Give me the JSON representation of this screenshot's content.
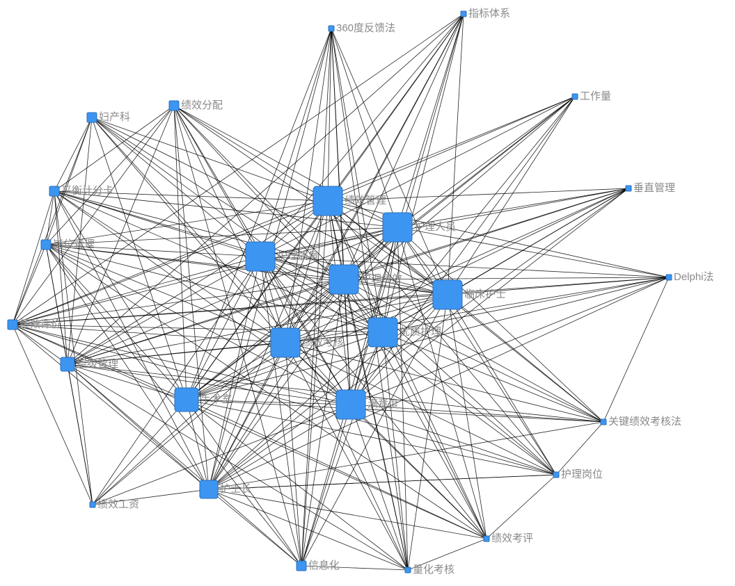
{
  "colors": {
    "node": "#3d95f2",
    "edge": "#000000",
    "label": "#8a8a8a"
  },
  "nodes": [
    {
      "id": "zhibiao",
      "label": "指标体系",
      "weight": 1
    },
    {
      "id": "d360",
      "label": "360度反馈法",
      "weight": 1
    },
    {
      "id": "gongzuo",
      "label": "工作量",
      "weight": 1
    },
    {
      "id": "fuchan",
      "label": "妇产科",
      "weight": 2
    },
    {
      "id": "fenpei",
      "label": "绩效分配",
      "weight": 2
    },
    {
      "id": "chuizhi",
      "label": "垂直管理",
      "weight": 1
    },
    {
      "id": "pingheng",
      "label": "平衡计分卡",
      "weight": 2
    },
    {
      "id": "gangwei",
      "label": "岗位管理",
      "weight": 2
    },
    {
      "id": "jxguanli",
      "label": "绩效管理",
      "weight": 6
    },
    {
      "id": "hlry",
      "label": "护理人员",
      "weight": 6
    },
    {
      "id": "hlzl",
      "label": "护理质量",
      "weight": 6
    },
    {
      "id": "hljx",
      "label": "护理绩效",
      "weight": 6
    },
    {
      "id": "lchs",
      "label": "临床护士",
      "weight": 6
    },
    {
      "id": "delphi",
      "label": "Delphi法",
      "weight": 1
    },
    {
      "id": "jxpj",
      "label": "绩效评价",
      "weight": 2
    },
    {
      "id": "jxkh",
      "label": "绩效考核",
      "weight": 6
    },
    {
      "id": "yzhl",
      "label": "优质护理",
      "weight": 6
    },
    {
      "id": "cengji",
      "label": "层级管理",
      "weight": 3
    },
    {
      "id": "shoushu",
      "label": "手术室",
      "weight": 5
    },
    {
      "id": "myd",
      "label": "满意度",
      "weight": 6
    },
    {
      "id": "gjjx",
      "label": "关键绩效考核法",
      "weight": 1
    },
    {
      "id": "hlgw",
      "label": "护理岗位",
      "weight": 1
    },
    {
      "id": "hsz",
      "label": "护士长",
      "weight": 4
    },
    {
      "id": "jxgz",
      "label": "绩效工资",
      "weight": 1
    },
    {
      "id": "jxkp",
      "label": "绩效考评",
      "weight": 1
    },
    {
      "id": "xxh",
      "label": "信息化",
      "weight": 2
    },
    {
      "id": "lhkh",
      "label": "量化考核",
      "weight": 1
    }
  ],
  "edges": [
    [
      "zhibiao",
      "jxguanli"
    ],
    [
      "zhibiao",
      "hlry"
    ],
    [
      "zhibiao",
      "hlzl"
    ],
    [
      "zhibiao",
      "hljx"
    ],
    [
      "zhibiao",
      "lchs"
    ],
    [
      "zhibiao",
      "jxkh"
    ],
    [
      "zhibiao",
      "yzhl"
    ],
    [
      "zhibiao",
      "myd"
    ],
    [
      "zhibiao",
      "shoushu"
    ],
    [
      "zhibiao",
      "hsz"
    ],
    [
      "zhibiao",
      "cengji"
    ],
    [
      "zhibiao",
      "jxpj"
    ],
    [
      "d360",
      "jxguanli"
    ],
    [
      "d360",
      "hlry"
    ],
    [
      "d360",
      "hlzl"
    ],
    [
      "d360",
      "hljx"
    ],
    [
      "d360",
      "lchs"
    ],
    [
      "d360",
      "jxkh"
    ],
    [
      "d360",
      "yzhl"
    ],
    [
      "d360",
      "myd"
    ],
    [
      "d360",
      "shoushu"
    ],
    [
      "d360",
      "hsz"
    ],
    [
      "d360",
      "xxh"
    ],
    [
      "d360",
      "lhkh"
    ],
    [
      "gongzuo",
      "jxguanli"
    ],
    [
      "gongzuo",
      "hlry"
    ],
    [
      "gongzuo",
      "hljx"
    ],
    [
      "gongzuo",
      "lchs"
    ],
    [
      "gongzuo",
      "jxkh"
    ],
    [
      "gongzuo",
      "yzhl"
    ],
    [
      "gongzuo",
      "myd"
    ],
    [
      "gongzuo",
      "hlzl"
    ],
    [
      "gongzuo",
      "shoushu"
    ],
    [
      "gongzuo",
      "jxpj"
    ],
    [
      "fuchan",
      "jxguanli"
    ],
    [
      "fuchan",
      "hlzl"
    ],
    [
      "fuchan",
      "hljx"
    ],
    [
      "fuchan",
      "jxkh"
    ],
    [
      "fuchan",
      "pingheng"
    ],
    [
      "fuchan",
      "gangwei"
    ],
    [
      "fuchan",
      "jxpj"
    ],
    [
      "fuchan",
      "cengji"
    ],
    [
      "fuchan",
      "myd"
    ],
    [
      "fuchan",
      "yzhl"
    ],
    [
      "fuchan",
      "lchs"
    ],
    [
      "fuchan",
      "shoushu"
    ],
    [
      "fenpei",
      "jxguanli"
    ],
    [
      "fenpei",
      "hlry"
    ],
    [
      "fenpei",
      "hlzl"
    ],
    [
      "fenpei",
      "hljx"
    ],
    [
      "fenpei",
      "lchs"
    ],
    [
      "fenpei",
      "jxkh"
    ],
    [
      "fenpei",
      "yzhl"
    ],
    [
      "fenpei",
      "myd"
    ],
    [
      "fenpei",
      "shoushu"
    ],
    [
      "fenpei",
      "hsz"
    ],
    [
      "fenpei",
      "pingheng"
    ],
    [
      "fenpei",
      "gangwei"
    ],
    [
      "fenpei",
      "jxpj"
    ],
    [
      "fenpei",
      "cengji"
    ],
    [
      "fenpei",
      "xxh"
    ],
    [
      "chuizhi",
      "jxguanli"
    ],
    [
      "chuizhi",
      "hlry"
    ],
    [
      "chuizhi",
      "hljx"
    ],
    [
      "chuizhi",
      "lchs"
    ],
    [
      "chuizhi",
      "jxkh"
    ],
    [
      "chuizhi",
      "yzhl"
    ],
    [
      "chuizhi",
      "hlzl"
    ],
    [
      "chuizhi",
      "myd"
    ],
    [
      "chuizhi",
      "cengji"
    ],
    [
      "chuizhi",
      "hsz"
    ],
    [
      "chuizhi",
      "shoushu"
    ],
    [
      "pingheng",
      "jxguanli"
    ],
    [
      "pingheng",
      "hlry"
    ],
    [
      "pingheng",
      "hlzl"
    ],
    [
      "pingheng",
      "hljx"
    ],
    [
      "pingheng",
      "lchs"
    ],
    [
      "pingheng",
      "jxkh"
    ],
    [
      "pingheng",
      "yzhl"
    ],
    [
      "pingheng",
      "myd"
    ],
    [
      "pingheng",
      "shoushu"
    ],
    [
      "pingheng",
      "cengji"
    ],
    [
      "pingheng",
      "jxpj"
    ],
    [
      "pingheng",
      "jxgz"
    ],
    [
      "pingheng",
      "gangwei"
    ],
    [
      "pingheng",
      "hsz"
    ],
    [
      "gangwei",
      "jxguanli"
    ],
    [
      "gangwei",
      "hlry"
    ],
    [
      "gangwei",
      "hlzl"
    ],
    [
      "gangwei",
      "hljx"
    ],
    [
      "gangwei",
      "lchs"
    ],
    [
      "gangwei",
      "jxkh"
    ],
    [
      "gangwei",
      "yzhl"
    ],
    [
      "gangwei",
      "myd"
    ],
    [
      "gangwei",
      "shoushu"
    ],
    [
      "gangwei",
      "cengji"
    ],
    [
      "gangwei",
      "jxpj"
    ],
    [
      "gangwei",
      "hsz"
    ],
    [
      "gangwei",
      "jxgz"
    ],
    [
      "gangwei",
      "xxh"
    ],
    [
      "gangwei",
      "jxkp"
    ],
    [
      "jxguanli",
      "hlry"
    ],
    [
      "jxguanli",
      "hlzl"
    ],
    [
      "jxguanli",
      "hljx"
    ],
    [
      "jxguanli",
      "lchs"
    ],
    [
      "jxguanli",
      "jxkh"
    ],
    [
      "jxguanli",
      "yzhl"
    ],
    [
      "jxguanli",
      "myd"
    ],
    [
      "jxguanli",
      "shoushu"
    ],
    [
      "jxguanli",
      "hsz"
    ],
    [
      "jxguanli",
      "cengji"
    ],
    [
      "jxguanli",
      "jxpj"
    ],
    [
      "jxguanli",
      "delphi"
    ],
    [
      "jxguanli",
      "gjjx"
    ],
    [
      "jxguanli",
      "hlgw"
    ],
    [
      "jxguanli",
      "xxh"
    ],
    [
      "jxguanli",
      "lhkh"
    ],
    [
      "jxguanli",
      "jxkp"
    ],
    [
      "hlry",
      "hlzl"
    ],
    [
      "hlry",
      "hljx"
    ],
    [
      "hlry",
      "lchs"
    ],
    [
      "hlry",
      "jxkh"
    ],
    [
      "hlry",
      "yzhl"
    ],
    [
      "hlry",
      "myd"
    ],
    [
      "hlry",
      "shoushu"
    ],
    [
      "hlry",
      "hsz"
    ],
    [
      "hlry",
      "cengji"
    ],
    [
      "hlry",
      "jxpj"
    ],
    [
      "hlry",
      "delphi"
    ],
    [
      "hlry",
      "gjjx"
    ],
    [
      "hlry",
      "hlgw"
    ],
    [
      "hlry",
      "jxkp"
    ],
    [
      "hlry",
      "xxh"
    ],
    [
      "hlry",
      "lhkh"
    ],
    [
      "hlzl",
      "hljx"
    ],
    [
      "hlzl",
      "lchs"
    ],
    [
      "hlzl",
      "jxkh"
    ],
    [
      "hlzl",
      "yzhl"
    ],
    [
      "hlzl",
      "myd"
    ],
    [
      "hlzl",
      "shoushu"
    ],
    [
      "hlzl",
      "hsz"
    ],
    [
      "hlzl",
      "cengji"
    ],
    [
      "hlzl",
      "jxpj"
    ],
    [
      "hlzl",
      "delphi"
    ],
    [
      "hlzl",
      "gjjx"
    ],
    [
      "hlzl",
      "hlgw"
    ],
    [
      "hlzl",
      "jxkp"
    ],
    [
      "hlzl",
      "xxh"
    ],
    [
      "hlzl",
      "lhkh"
    ],
    [
      "hlzl",
      "jxgz"
    ],
    [
      "hljx",
      "lchs"
    ],
    [
      "hljx",
      "jxkh"
    ],
    [
      "hljx",
      "yzhl"
    ],
    [
      "hljx",
      "myd"
    ],
    [
      "hljx",
      "shoushu"
    ],
    [
      "hljx",
      "hsz"
    ],
    [
      "hljx",
      "cengji"
    ],
    [
      "hljx",
      "jxpj"
    ],
    [
      "hljx",
      "delphi"
    ],
    [
      "hljx",
      "gjjx"
    ],
    [
      "hljx",
      "hlgw"
    ],
    [
      "hljx",
      "jxkp"
    ],
    [
      "hljx",
      "xxh"
    ],
    [
      "hljx",
      "lhkh"
    ],
    [
      "hljx",
      "jxgz"
    ],
    [
      "lchs",
      "jxkh"
    ],
    [
      "lchs",
      "yzhl"
    ],
    [
      "lchs",
      "myd"
    ],
    [
      "lchs",
      "shoushu"
    ],
    [
      "lchs",
      "hsz"
    ],
    [
      "lchs",
      "cengji"
    ],
    [
      "lchs",
      "jxpj"
    ],
    [
      "lchs",
      "delphi"
    ],
    [
      "lchs",
      "gjjx"
    ],
    [
      "lchs",
      "hlgw"
    ],
    [
      "lchs",
      "jxkp"
    ],
    [
      "lchs",
      "lhkh"
    ],
    [
      "lchs",
      "xxh"
    ],
    [
      "jxkh",
      "yzhl"
    ],
    [
      "jxkh",
      "myd"
    ],
    [
      "jxkh",
      "shoushu"
    ],
    [
      "jxkh",
      "hsz"
    ],
    [
      "jxkh",
      "cengji"
    ],
    [
      "jxkh",
      "jxpj"
    ],
    [
      "jxkh",
      "delphi"
    ],
    [
      "jxkh",
      "gjjx"
    ],
    [
      "jxkh",
      "hlgw"
    ],
    [
      "jxkh",
      "jxkp"
    ],
    [
      "jxkh",
      "xxh"
    ],
    [
      "jxkh",
      "lhkh"
    ],
    [
      "jxkh",
      "jxgz"
    ],
    [
      "yzhl",
      "myd"
    ],
    [
      "yzhl",
      "shoushu"
    ],
    [
      "yzhl",
      "hsz"
    ],
    [
      "yzhl",
      "cengji"
    ],
    [
      "yzhl",
      "jxpj"
    ],
    [
      "yzhl",
      "delphi"
    ],
    [
      "yzhl",
      "gjjx"
    ],
    [
      "yzhl",
      "hlgw"
    ],
    [
      "yzhl",
      "jxkp"
    ],
    [
      "yzhl",
      "xxh"
    ],
    [
      "yzhl",
      "lhkh"
    ],
    [
      "myd",
      "shoushu"
    ],
    [
      "myd",
      "hsz"
    ],
    [
      "myd",
      "cengji"
    ],
    [
      "myd",
      "jxpj"
    ],
    [
      "myd",
      "gjjx"
    ],
    [
      "myd",
      "hlgw"
    ],
    [
      "myd",
      "jxkp"
    ],
    [
      "myd",
      "xxh"
    ],
    [
      "myd",
      "lhkh"
    ],
    [
      "myd",
      "jxgz"
    ],
    [
      "shoushu",
      "hsz"
    ],
    [
      "shoushu",
      "cengji"
    ],
    [
      "shoushu",
      "jxpj"
    ],
    [
      "shoushu",
      "gjjx"
    ],
    [
      "shoushu",
      "hlgw"
    ],
    [
      "shoushu",
      "jxkp"
    ],
    [
      "shoushu",
      "xxh"
    ],
    [
      "shoushu",
      "lhkh"
    ],
    [
      "shoushu",
      "jxgz"
    ],
    [
      "hsz",
      "cengji"
    ],
    [
      "hsz",
      "jxpj"
    ],
    [
      "hsz",
      "gjjx"
    ],
    [
      "hsz",
      "hlgw"
    ],
    [
      "hsz",
      "jxkp"
    ],
    [
      "hsz",
      "xxh"
    ],
    [
      "hsz",
      "lhkh"
    ],
    [
      "hsz",
      "jxgz"
    ],
    [
      "cengji",
      "jxpj"
    ],
    [
      "cengji",
      "jxgz"
    ],
    [
      "cengji",
      "xxh"
    ],
    [
      "cengji",
      "gjjx"
    ],
    [
      "cengji",
      "lhkh"
    ],
    [
      "jxpj",
      "jxgz"
    ],
    [
      "jxpj",
      "delphi"
    ],
    [
      "jxpj",
      "hlgw"
    ],
    [
      "jxpj",
      "jxkp"
    ],
    [
      "delphi",
      "gjjx"
    ],
    [
      "delphi",
      "hsz"
    ],
    [
      "delphi",
      "shoushu"
    ],
    [
      "delphi",
      "myd"
    ],
    [
      "gjjx",
      "hlgw"
    ],
    [
      "hlgw",
      "jxkp"
    ],
    [
      "xxh",
      "lhkh"
    ],
    [
      "jxkp",
      "lhkh"
    ],
    [
      "hlgw",
      "hsz"
    ]
  ]
}
